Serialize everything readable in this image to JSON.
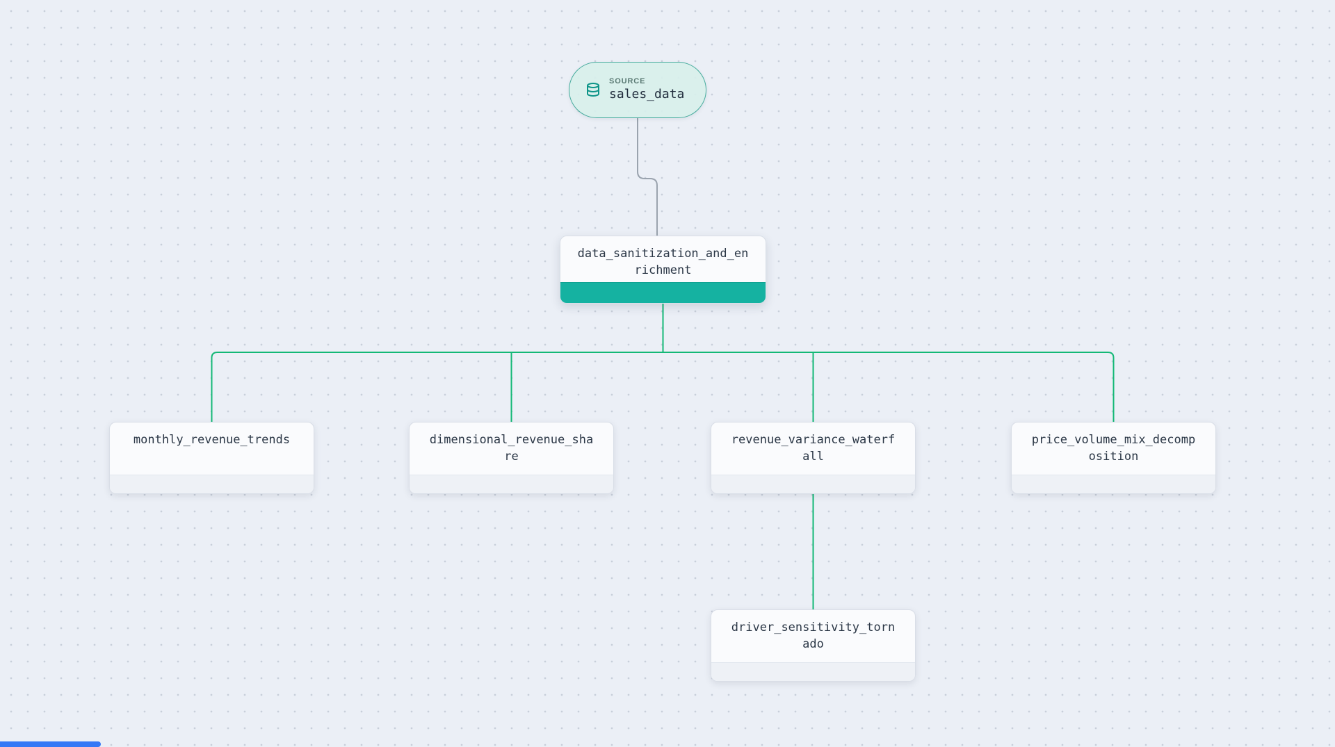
{
  "colors": {
    "canvas_bg": "#ebeff6",
    "dot_grid": "#c8cfda",
    "teal_accent": "#15b2a1",
    "teal_icon": "#0d9488",
    "green_edge": "#13b876",
    "gray_edge": "#9aa3ae",
    "blue_scrollbar": "#3478f6",
    "card_border": "#d9dee7",
    "label_text": "#2b3746"
  },
  "source": {
    "badge": "SOURCE",
    "name": "sales_data",
    "icon": "database-icon"
  },
  "transform": {
    "name": "data_sanitization_and_enrichment"
  },
  "children": [
    {
      "name": "monthly_revenue_trends"
    },
    {
      "name": "dimensional_revenue_share"
    },
    {
      "name": "revenue_variance_waterfall"
    },
    {
      "name": "price_volume_mix_decomposition"
    }
  ],
  "grandchildren": [
    {
      "name": "driver_sensitivity_tornado"
    }
  ]
}
